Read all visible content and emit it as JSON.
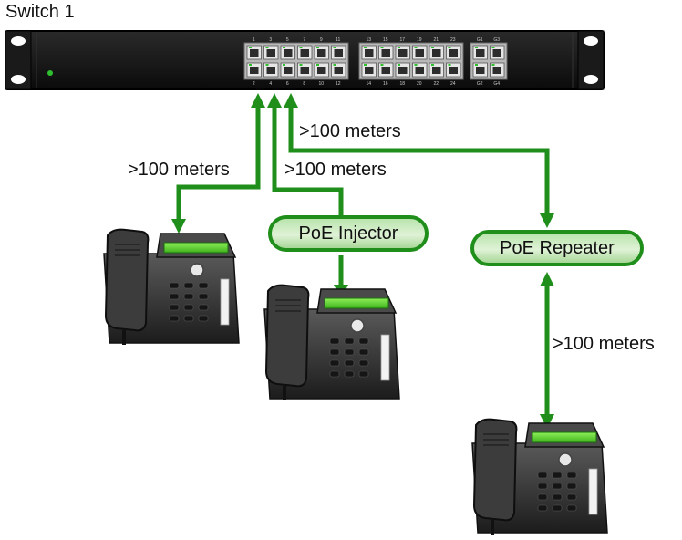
{
  "title": "Switch 1",
  "devices": {
    "injector_label": "PoE Injector",
    "repeater_label": "PoE Repeater"
  },
  "distances": {
    "port3_to_repeater": ">100 meters",
    "port1_to_phone": ">100 meters",
    "port2_to_injector": ">100 meters",
    "repeater_to_phone": ">100 meters"
  },
  "switch": {
    "port_labels_top": [
      "1",
      "3",
      "5",
      "7",
      "9",
      "11",
      "13",
      "15",
      "17",
      "19",
      "21",
      "23",
      "G1",
      "G3"
    ],
    "port_labels_bottom": [
      "2",
      "4",
      "6",
      "8",
      "10",
      "12",
      "14",
      "16",
      "18",
      "20",
      "22",
      "24",
      "G2",
      "G4"
    ]
  },
  "colors": {
    "cable": "#1f8e1a",
    "switch_body": "#151515",
    "port_led": "#2fbf2f",
    "phone_display": "#5bd62a"
  },
  "icons": [
    "network-switch-icon",
    "ip-phone-icon"
  ]
}
